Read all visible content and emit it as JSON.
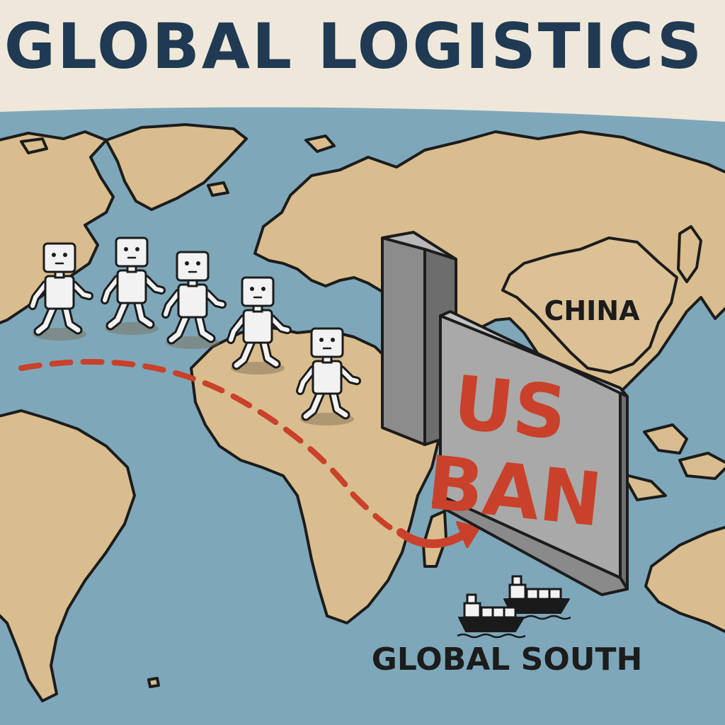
{
  "title": "GLOBAL LOGISTICS",
  "labels": {
    "china": "CHINA",
    "ban_line1": "US",
    "ban_line2": "BAN",
    "global_south": "GLOBAL SOUTH"
  },
  "colors": {
    "ocean": "#7ea8ba",
    "land": "#d9bd8e",
    "outline": "#1c1c1c",
    "title": "#1f3a52",
    "route_red": "#c9412a",
    "wall_front": "#a9a9a9",
    "wall_side": "#7f7f7f",
    "robot_body": "#f2f2f2",
    "ship_hull": "#1a1a1a"
  },
  "icons": [
    "robot-icon",
    "ship-icon",
    "wall-icon",
    "arrow-icon"
  ]
}
